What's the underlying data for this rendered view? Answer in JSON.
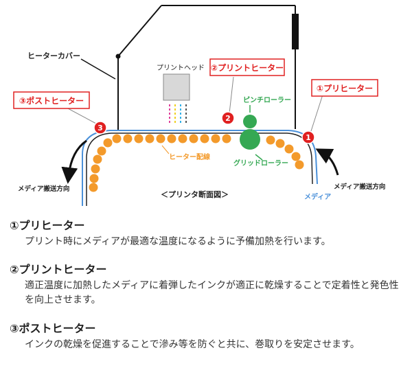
{
  "diagram": {
    "labels": {
      "heater_cover": "ヒーターカバー",
      "print_head": "プリントヘッド",
      "pre_heater": "①プリヒーター",
      "print_heater": "②プリントヒーター",
      "post_heater": "③ポストヒーター",
      "pinch_roller": "ピンチローラー",
      "grid_roller": "グリッドローラー",
      "heater_wiring": "ヒーター配線",
      "media_feed_left": "メディア搬送方向",
      "media_feed_right": "メディア搬送方向",
      "media": "メディア",
      "caption": "＜プリンタ断面図＞"
    },
    "markers": [
      "1",
      "2",
      "3"
    ],
    "colors": {
      "accent_red": "#e02020",
      "dot_orange": "#f39a2b",
      "roller_green": "#35a853",
      "media_blue": "#4a90d9"
    }
  },
  "descriptions": [
    {
      "title": "①プリヒーター",
      "text": "プリント時にメディアが最適な温度になるように予備加熱を行います。"
    },
    {
      "title": "②プリントヒーター",
      "text": "適正温度に加熱したメディアに着弾したインクが適正に乾燥することで定着性と発色性を向上させます。"
    },
    {
      "title": "③ポストヒーター",
      "text": "インクの乾燥を促進することで滲み等を防ぐと共に、巻取りを安定させます。"
    }
  ]
}
